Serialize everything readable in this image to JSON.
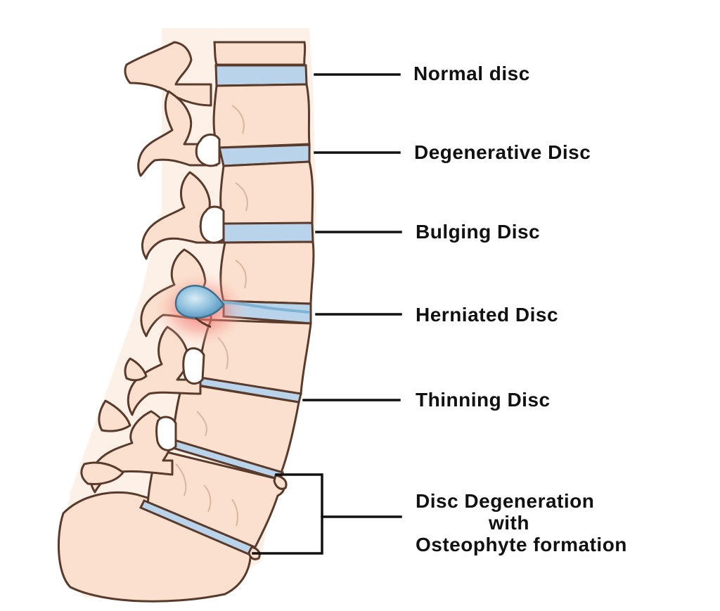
{
  "diagram": {
    "labels": {
      "normal": "Normal disc",
      "degenerative": "Degenerative Disc",
      "bulging": "Bulging Disc",
      "herniated": "Herniated Disc",
      "thinning": "Thinning Disc",
      "osteophyte_line1": "Disc Degeneration",
      "osteophyte_line2": "with",
      "osteophyte_line3": "Osteophyte formation"
    },
    "colors": {
      "bone": "#fbe0cf",
      "bone_shadow": "#f0c8b0",
      "disc": "#b9d4ea",
      "outline": "#5a3a2a",
      "herniation_glow": "#f25a5a",
      "nucleus": "#7fb3d5",
      "leader_line": "#111111"
    }
  }
}
